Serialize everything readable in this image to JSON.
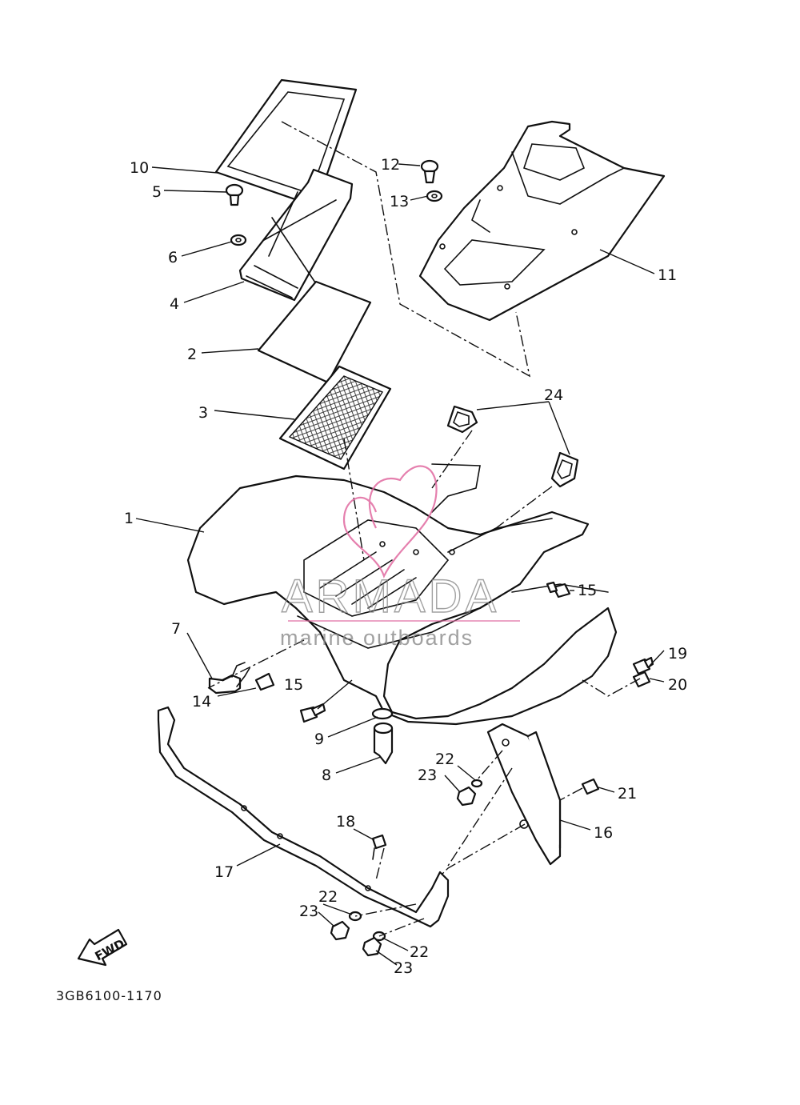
{
  "diagram_code": "3GB6100-1170",
  "fwd_label": "FWD",
  "watermark": {
    "brand": "ARMADA",
    "subtitle": "marine outboards",
    "logo_color": "#e06aa0"
  },
  "callouts": {
    "c1": "1",
    "c2": "2",
    "c3": "3",
    "c4": "4",
    "c5": "5",
    "c6": "6",
    "c7": "7",
    "c8": "8",
    "c9": "9",
    "c10": "10",
    "c11": "11",
    "c12": "12",
    "c13": "13",
    "c14": "14",
    "c15a": "15",
    "c15b": "15",
    "c16": "16",
    "c17": "17",
    "c18": "18",
    "c19": "19",
    "c20": "20",
    "c21": "21",
    "c22a": "22",
    "c22b": "22",
    "c22c": "22",
    "c23a": "23",
    "c23b": "23",
    "c23c": "23",
    "c24": "24"
  }
}
